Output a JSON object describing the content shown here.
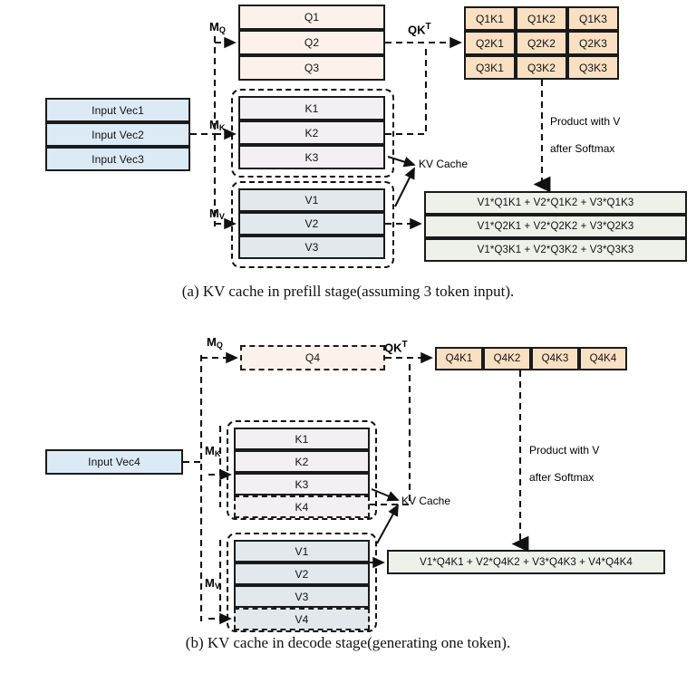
{
  "figure": {
    "panel_a": {
      "caption": "(a) KV cache in prefill stage(assuming 3 token input).",
      "input_stack": {
        "label": "input-vectors",
        "items": [
          "Input Vec1",
          "Input Vec2",
          "Input Vec3"
        ]
      },
      "q_stack": {
        "items": [
          "Q1",
          "Q2",
          "Q3"
        ]
      },
      "k_stack": {
        "items": [
          "K1",
          "K2",
          "K3"
        ]
      },
      "v_stack": {
        "items": [
          "V1",
          "V2",
          "V3"
        ]
      },
      "projection_labels": {
        "q": "M",
        "q_sub": "Q",
        "k": "M",
        "k_sub": "K",
        "v": "M",
        "v_sub": "V"
      },
      "qkt_label": "QK",
      "qkt_sup": "T",
      "qkt_matrix": {
        "rows": [
          [
            "Q1K1",
            "Q1K2",
            "Q1K3"
          ],
          [
            "Q2K1",
            "Q2K2",
            "Q2K3"
          ],
          [
            "Q3K1",
            "Q3K2",
            "Q3K3"
          ]
        ]
      },
      "kv_cache_label": "KV Cache",
      "softmax_note_line1": "Product with V",
      "softmax_note_line2": "after Softmax",
      "output_rows": [
        "V1*Q1K1 + V2*Q1K2 + V3*Q1K3",
        "V1*Q2K1 + V2*Q2K2 + V3*Q2K3",
        "V1*Q3K1 + V2*Q3K2 + V3*Q3K3"
      ]
    },
    "panel_b": {
      "caption": "(b) KV cache in decode stage(generating one token).",
      "input_stack": {
        "items": [
          "Input Vec4"
        ]
      },
      "q_stack": {
        "items": [
          "Q4"
        ]
      },
      "k_stack": {
        "items": [
          "K1",
          "K2",
          "K3",
          "K4"
        ]
      },
      "v_stack": {
        "items": [
          "V1",
          "V2",
          "V3",
          "V4"
        ]
      },
      "projection_labels": {
        "q": "M",
        "q_sub": "Q",
        "k": "M",
        "k_sub": "K",
        "v": "M",
        "v_sub": "V"
      },
      "qkt_label": "QK",
      "qkt_sup": "T",
      "qkt_row": [
        "Q4K1",
        "Q4K2",
        "Q4K3",
        "Q4K4"
      ],
      "kv_cache_label": "KV Cache",
      "softmax_note_line1": "Product with V",
      "softmax_note_line2": "after Softmax",
      "output_rows": [
        "V1*Q4K1 + V2*Q4K2 + V3*Q4K3 + V4*Q4K4"
      ]
    }
  },
  "colors": {
    "input_blue": "#dceaf5",
    "q_cream": "#fdf2e9",
    "qkt_tan": "#fae0c3",
    "k_gray": "#f3eff2",
    "v_gray": "#e2e8ec",
    "output_green": "#eef1ea",
    "stroke": "#1a1a1a"
  }
}
